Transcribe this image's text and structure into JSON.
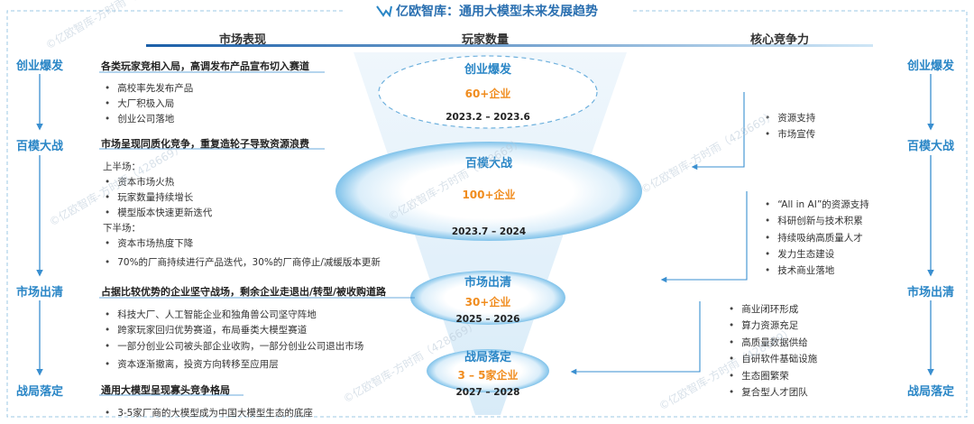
{
  "title": "亿欧智库：通用大模型未来发展趋势",
  "columns": {
    "market": "市场表现",
    "players": "玩家数量",
    "competitiveness": "核心竞争力"
  },
  "phases_left": [
    "创业爆发",
    "百模大战",
    "市场出清",
    "战局落定"
  ],
  "phases_right": [
    "创业爆发",
    "百模大战",
    "市场出清",
    "战局落定"
  ],
  "market": {
    "p1": {
      "heading": "各类玩家竞相入局，高调发布产品宣布切入赛道",
      "bullets": [
        "高校率先发布产品",
        "大厂积极入局",
        "创业公司落地"
      ]
    },
    "p2": {
      "heading": "市场呈现同质化竞争，重复造轮子导致资源浪费",
      "first_half": "上半场：",
      "first_bullets": [
        "资本市场火热",
        "玩家数量持续增长",
        "模型版本快速更新迭代"
      ],
      "second_half": "下半场：",
      "second_bullets": [
        "资本市场热度下降",
        "70%的厂商持续进行产品迭代，30%的厂商停止/减缓版本更新"
      ]
    },
    "p3": {
      "heading": "占据比较优势的企业坚守战场，剩余企业走退出/转型/被收购道路",
      "bullets": [
        "科技大厂、人工智能企业和独角兽公司坚守阵地",
        "跨家玩家回归优势赛道，布局垂类大模型赛道",
        "一部分创业公司被头部企业收购，一部分创业公司退出市场",
        "资本逐渐撤离，投资方向转移至应用层"
      ]
    },
    "p4": {
      "heading": "通用大模型呈现寡头竞争格局",
      "bullets": [
        "3-5家厂商的大模型成为中国大模型生态的底座"
      ]
    }
  },
  "funnel": [
    {
      "name": "创业爆发",
      "count": "60+企业",
      "date": "2023.2 – 2023.6"
    },
    {
      "name": "百模大战",
      "count": "100+企业",
      "date": "2023.7 – 2024"
    },
    {
      "name": "市场出清",
      "count": "30+企业",
      "date": "2025 – 2026"
    },
    {
      "name": "战局落定",
      "count": "3 – 5家企业",
      "date": "2027 – 2028"
    }
  ],
  "competitiveness": {
    "g1": [
      "资源支持",
      "市场宣传"
    ],
    "g2": [
      "“All in AI”的资源支持",
      "科研创新与技术积累",
      "持续吸纳高质量人才",
      "发力生态建设",
      "技术商业落地"
    ],
    "g3": [
      "商业闭环形成",
      "算力资源充足",
      "高质量数据供给",
      "自研软件基础设施",
      "生态圈繁荣",
      "复合型人才团队"
    ]
  },
  "watermark": "©亿欧智库-方时雨（428669）",
  "colors": {
    "accent": "#2a86c6",
    "orange": "#f08c1e",
    "frame": "#7fb9e0"
  }
}
